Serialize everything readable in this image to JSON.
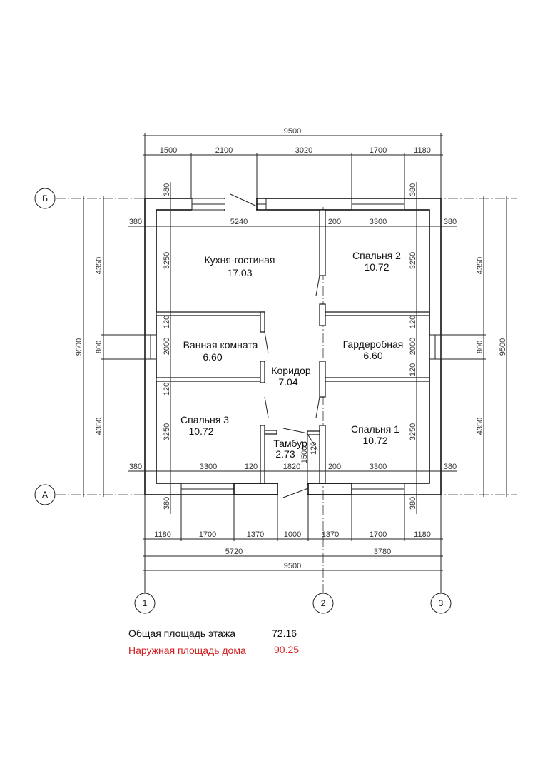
{
  "rooms": [
    {
      "name": "Кухня-гостиная",
      "area": "17.03"
    },
    {
      "name": "Спальня 2",
      "area": "10.72"
    },
    {
      "name": "Ванная комната",
      "area": "6.60"
    },
    {
      "name": "Гардеробная",
      "area": "6.60"
    },
    {
      "name": "Коридор",
      "area": "7.04"
    },
    {
      "name": "Спальня 3",
      "area": "10.72"
    },
    {
      "name": "Спальня 1",
      "area": "10.72"
    },
    {
      "name": "Тамбур",
      "area": "2.73"
    }
  ],
  "axes": {
    "b": "Б",
    "a": "А",
    "one": "1",
    "two": "2",
    "three": "3"
  },
  "dims": {
    "top_total": "9500",
    "top": [
      "1500",
      "2100",
      "3020",
      "1700",
      "1180"
    ],
    "top_inner": [
      "380",
      "5240",
      "200",
      "3300",
      "380"
    ],
    "bottom_inner": [
      "380",
      "3300",
      "120",
      "1820",
      "200",
      "3300",
      "380"
    ],
    "bottom": [
      "1180",
      "1700",
      "1370",
      "1000",
      "1370",
      "1700",
      "1180"
    ],
    "bottom_mid": [
      "5720",
      "3780"
    ],
    "bottom_total": "9500",
    "left": [
      "4350",
      "800",
      "4350"
    ],
    "left_total": "9500",
    "right": [
      "4350",
      "800",
      "4350"
    ],
    "right_total": "9500",
    "wall_380": "380",
    "left_inner": [
      "3250",
      "120",
      "2000",
      "120",
      "3250"
    ],
    "right_inner": [
      "3250",
      "120",
      "2000",
      "120",
      "3250"
    ],
    "vestibule": [
      "1500",
      "120"
    ]
  },
  "summary": {
    "floor_area_label": "Общая площадь этажа",
    "floor_area_value": "72.16",
    "outer_area_label": "Наружная площадь дома",
    "outer_area_value": "90.25",
    "outer_color": "#d42020"
  }
}
